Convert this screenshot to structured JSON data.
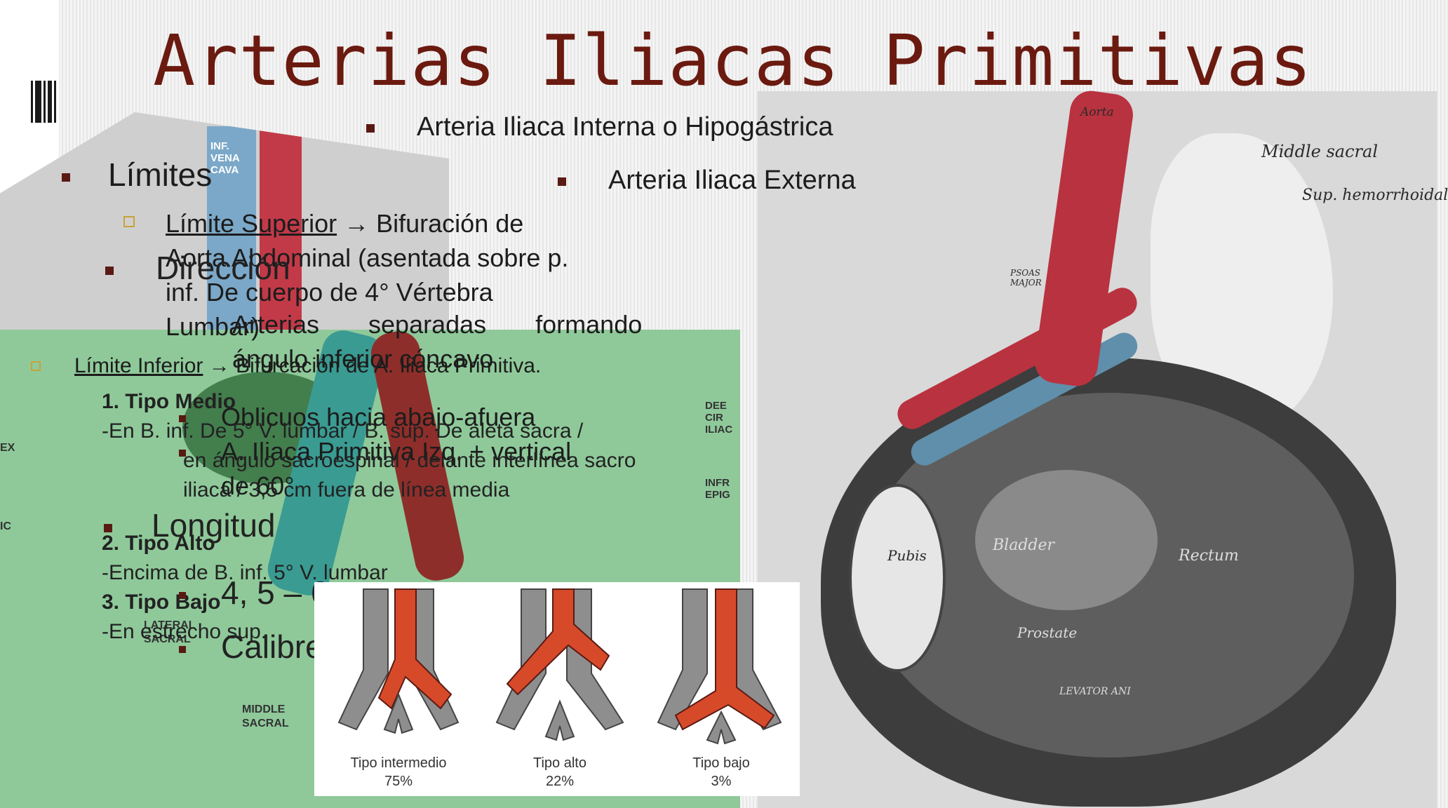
{
  "title": "Arterias Iliacas Primitivas",
  "right_bullets": [
    "Arteria Iliaca Interna o Hipogástrica",
    "Arteria Iliaca Externa"
  ],
  "limites": {
    "heading": "Límites",
    "superior_label": "Límite Superior",
    "superior_arrow": "→",
    "superior_text_1": "Bifuración de",
    "superior_text_2": "Aorta Abdominal (asentada sobre p.",
    "superior_text_3": "inf. De cuerpo de 4° Vértebra",
    "superior_text_4": "Lumbar)"
  },
  "direccion": {
    "heading": "Dirección",
    "l1": "Arterias separadas formando",
    "l2": "ángulo inferior cóncavo",
    "l3": "Oblicuos hacia abajo-afuera",
    "l4": "A. Iliaca Primitiva Izq. + vertical",
    "l5": "de 60°"
  },
  "inferior": {
    "label": "Límite Inferior",
    "text": "→ Bifurcación de A. Iliaca Primitiva.",
    "tipo1": "1. Tipo Medio",
    "tipo1_desc_1": "-En B. inf. De 5° V. lumbar / B. sup. De aleta sacra /",
    "tipo1_desc_2": "en ángulo sacroespinal / delante interlínea sacro",
    "tipo1_desc_3": "iliaca / 3,5 cm fuera de línea media",
    "tipo2": "2. Tipo Alto",
    "tipo2_desc": "-Encima de B. inf. 5° V. lumbar",
    "tipo3": "3. Tipo Bajo",
    "tipo3_desc": "-En estrecho sup."
  },
  "longitud": {
    "heading": "Longitud",
    "value": "4, 5 – 6 cm"
  },
  "calibre": {
    "heading": "Calibre"
  },
  "inset": {
    "figs": [
      {
        "name": "Tipo intermedio",
        "pct": "75%"
      },
      {
        "name": "Tipo alto",
        "pct": "22%"
      },
      {
        "name": "Tipo bajo",
        "pct": "3%"
      }
    ]
  },
  "pelvis_labels": {
    "aorta": "Aorta",
    "middle_sacral": "Middle sacral",
    "sup_hemorrhoidal": "Sup. hemorrhoidal",
    "bladder": "Bladder",
    "rectum": "Rectum",
    "pubis": "Pubis",
    "prostate": "Prostate",
    "levator": "LEVATOR ANI",
    "psoas": "PSOAS MAJOR"
  },
  "upper_left_labels": {
    "ivc": "INF. VENA CAVA"
  },
  "green_labels": {
    "middle_sacral": "MIDDLE SACRAL",
    "lateral_sacral": "LATERAL SACRAL",
    "ex": "EX",
    "ic": "IC",
    "dee": "DEE CIR ILIAC",
    "infr": "INFR EPIG"
  },
  "colors": {
    "title": "#6b1a10",
    "artery": "#d64a2a",
    "vein": "#8e8e8e",
    "bullet": "#5a1a14"
  }
}
